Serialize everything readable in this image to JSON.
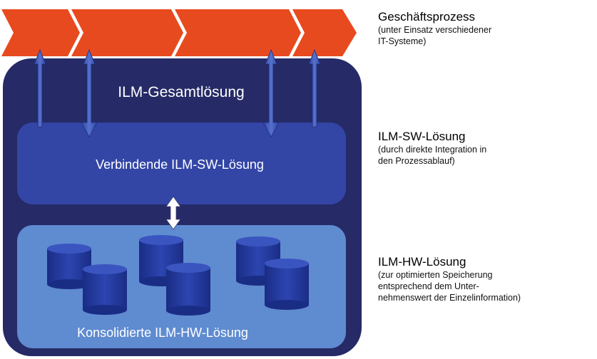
{
  "colors": {
    "process_arrow": "#e84a1f",
    "outer_box": "#262a66",
    "sw_box": "#3346a6",
    "hw_box": "#5f8bd0",
    "cylinder": "#233a9e",
    "connector_arrow": "#3d56b8",
    "text_on_dark": "#ffffff"
  },
  "diagram": {
    "outer_label": "ILM-Gesamtlösung",
    "sw_label": "Verbindende ILM-SW-Lösung",
    "hw_label": "Konsolidierte ILM-HW-Lösung",
    "process_arrow_count": 4,
    "storage_cylinder_count": 6
  },
  "legend": {
    "process": {
      "title": "Geschäftsprozess",
      "lines": [
        "(unter Einsatz verschiedener",
        "IT-Systeme)"
      ]
    },
    "sw": {
      "title": "ILM-SW-Lösung",
      "lines": [
        "(durch direkte Integration in",
        "den Prozessablauf)"
      ]
    },
    "hw": {
      "title": "ILM-HW-Lösung",
      "lines": [
        "(zur optimierten Speicherung",
        "entsprechend dem Unter-",
        "nehmenswert der Einzelinformation)"
      ]
    }
  }
}
